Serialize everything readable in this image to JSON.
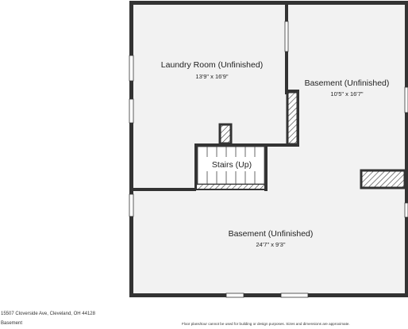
{
  "rooms": {
    "laundry": {
      "name": "Laundry Room (Unfinished)",
      "dims": "13'9\" x 16'9\""
    },
    "basement_right": {
      "name": "Basement (Unfinished)",
      "dims": "10'5\" x 16'7\""
    },
    "stairs": {
      "name": "Stairs (Up)"
    },
    "basement_bottom": {
      "name": "Basement (Unfinished)",
      "dims": "24'7\" x 9'3\""
    }
  },
  "footer": {
    "address": "15507 Cloverside Ave, Cleveland, OH 44128",
    "level": "Basement",
    "disclaimer": "Floor plans/tour cannot be used for building or design purposes. Sizes and dimensions are approximate."
  },
  "colors": {
    "wall": "#333333",
    "floor": "#f2f2f2",
    "window": "#ffffff",
    "hatch": "#333333"
  }
}
